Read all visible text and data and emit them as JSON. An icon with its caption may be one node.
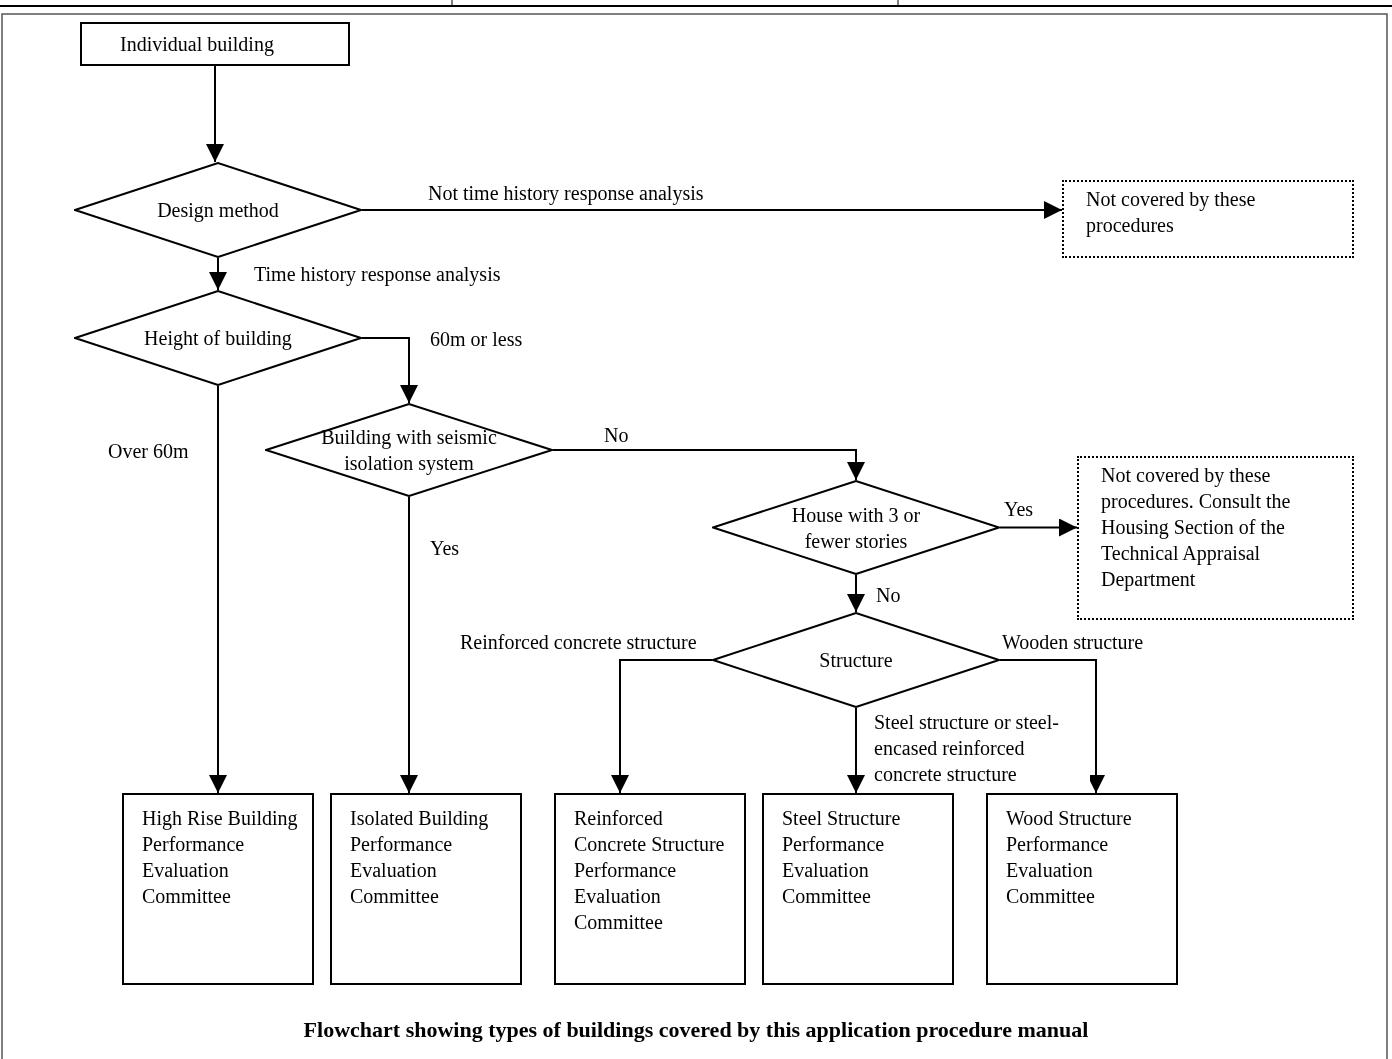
{
  "diagram": {
    "caption": "Flowchart showing types of buildings covered by this application procedure manual",
    "nodes": [
      {
        "text": [
          "Individual building"
        ]
      },
      {
        "text": [
          "Design method"
        ]
      },
      {
        "text": [
          "Not covered by these procedures"
        ]
      },
      {
        "text": [
          "Height of building"
        ]
      },
      {
        "text": [
          "Building with seismic isolation system"
        ]
      },
      {
        "text": [
          "House with 3 or fewer stories"
        ]
      },
      {
        "text": [
          "Not covered by these procedures. Consult the Housing Section of the Technical Appraisal Department"
        ]
      },
      {
        "text": [
          "Structure"
        ]
      },
      {
        "text": [
          "High Rise Building Performance Evaluation Committee"
        ]
      },
      {
        "text": [
          "Isolated Building Performance Evaluation Committee"
        ]
      },
      {
        "text": [
          "Reinforced Concrete Structure Performance Evaluation Committee"
        ]
      },
      {
        "text": [
          "Steel Structure Performance Evaluation Committee"
        ]
      },
      {
        "text": [
          "Wood Structure Performance Evaluation Committee"
        ]
      }
    ],
    "edges": [
      {
        "from": 0,
        "to": 1,
        "arrow": "to"
      },
      {
        "from": 1,
        "to": 2,
        "arrow": "to",
        "label": "Not time history response analysis"
      },
      {
        "from": 1,
        "to": 3,
        "arrow": "to",
        "label": "Time history response analysis"
      },
      {
        "from": 3,
        "to": 4,
        "arrow": "to",
        "label": "60m or less"
      },
      {
        "from": 3,
        "to": 8,
        "arrow": "to",
        "label": "Over 60m"
      },
      {
        "from": 4,
        "to": 5,
        "arrow": "to",
        "label": "No"
      },
      {
        "from": 4,
        "to": 9,
        "arrow": "to",
        "label": "Yes"
      },
      {
        "from": 5,
        "to": 6,
        "arrow": "to",
        "label": "Yes"
      },
      {
        "from": 5,
        "to": 7,
        "arrow": "to",
        "label": "No"
      },
      {
        "from": 7,
        "to": 10,
        "arrow": "to",
        "label": "Reinforced concrete structure"
      },
      {
        "from": 7,
        "to": 11,
        "arrow": "to",
        "label": "Steel structure or steel-encased reinforced concrete structure"
      },
      {
        "from": 7,
        "to": 12,
        "arrow": "to",
        "label": "Wooden structure"
      }
    ]
  }
}
